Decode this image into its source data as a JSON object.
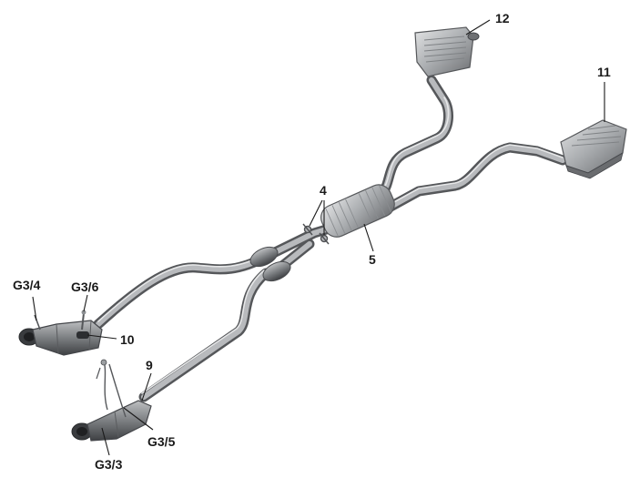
{
  "callouts": {
    "label_12": "12",
    "label_11": "11",
    "label_4": "4",
    "label_5": "5",
    "label_g3_4": "G3/4",
    "label_g3_6": "G3/6",
    "label_10": "10",
    "label_9": "9",
    "label_g3_5": "G3/5",
    "label_g3_3": "G3/3"
  },
  "colors": {
    "pipe_dark": "#5e6063",
    "pipe_mid": "#8e9194",
    "pipe_light": "#c9cbcd",
    "background": "#ffffff",
    "label": "#1a1a1a"
  },
  "illustration": "exhaust-system-exploded-view"
}
